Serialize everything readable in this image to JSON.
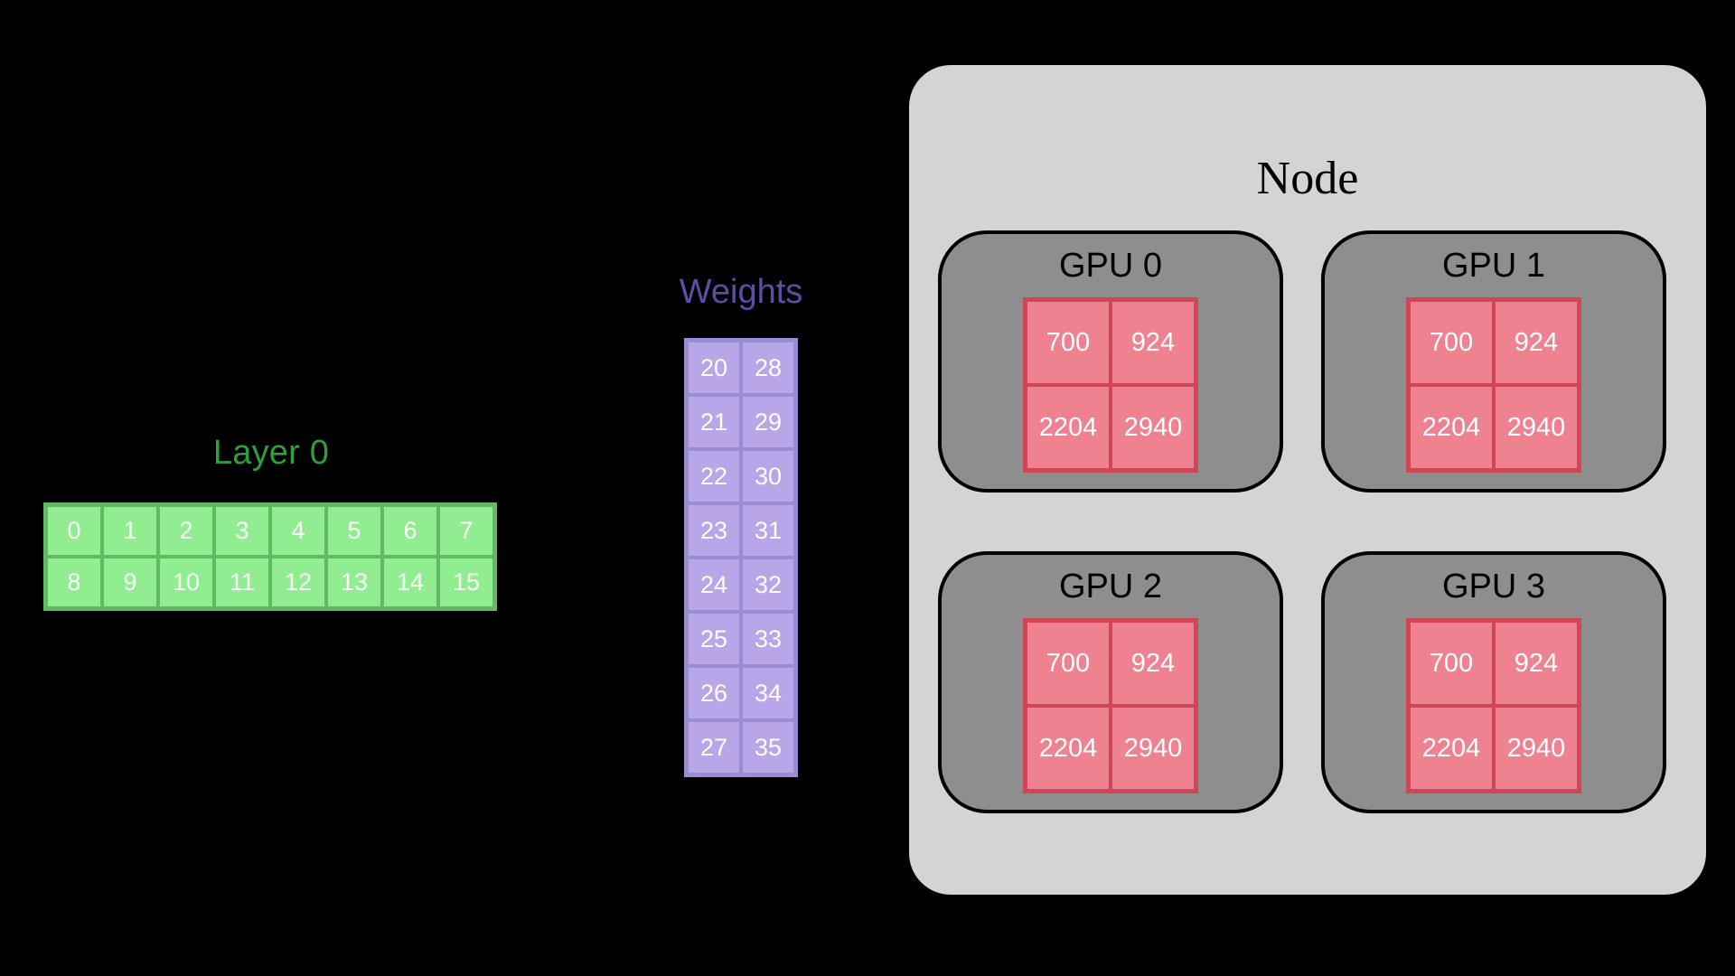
{
  "layer": {
    "label": "Layer 0",
    "color": "#2e9e3e",
    "cell_fill": "#90ee90",
    "cell_border": "#63b863",
    "rows": [
      [
        "0",
        "1",
        "2",
        "3",
        "4",
        "5",
        "6",
        "7"
      ],
      [
        "8",
        "9",
        "10",
        "11",
        "12",
        "13",
        "14",
        "15"
      ]
    ]
  },
  "weights": {
    "label": "Weights",
    "color": "#5a4fa3",
    "cell_fill": "#b8a6e8",
    "cell_border": "#9a8cd6",
    "rows": [
      [
        "20",
        "28"
      ],
      [
        "21",
        "29"
      ],
      [
        "22",
        "30"
      ],
      [
        "23",
        "31"
      ],
      [
        "24",
        "32"
      ],
      [
        "25",
        "33"
      ],
      [
        "26",
        "34"
      ],
      [
        "27",
        "35"
      ]
    ]
  },
  "node": {
    "title": "Node",
    "fill": "#d4d4d4",
    "gpu_fill": "#8e8e8e",
    "gpu_border": "#000000",
    "cell_fill": "#ef8290",
    "cell_border": "#cf4655",
    "gpus": [
      {
        "title": "GPU 0",
        "rows": [
          [
            "700",
            "924"
          ],
          [
            "2204",
            "2940"
          ]
        ]
      },
      {
        "title": "GPU 1",
        "rows": [
          [
            "700",
            "924"
          ],
          [
            "2204",
            "2940"
          ]
        ]
      },
      {
        "title": "GPU 2",
        "rows": [
          [
            "700",
            "924"
          ],
          [
            "2204",
            "2940"
          ]
        ]
      },
      {
        "title": "GPU 3",
        "rows": [
          [
            "700",
            "924"
          ],
          [
            "2204",
            "2940"
          ]
        ]
      }
    ]
  }
}
